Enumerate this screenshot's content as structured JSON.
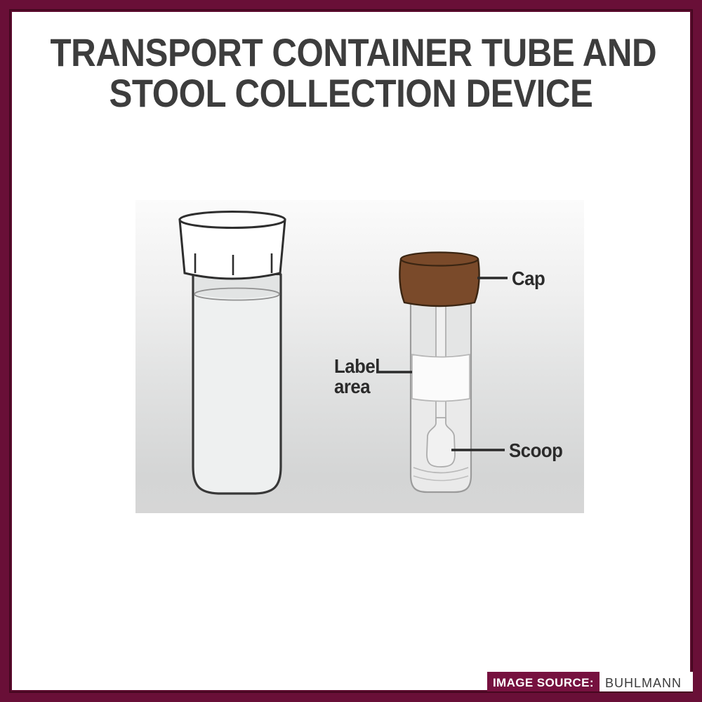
{
  "title": {
    "line1": "TRANSPORT CONTAINER TUBE AND",
    "line2": "STOOL COLLECTION DEVICE",
    "color": "#3d3d3d"
  },
  "diagram": {
    "items": [
      {
        "name": "transport-container-tube",
        "cap_color": "#ffffff"
      },
      {
        "name": "stool-collection-device",
        "cap_color": "#7a4a2a"
      }
    ],
    "annotations": {
      "cap": "Cap",
      "label_area_line1": "Label",
      "label_area_line2": "area",
      "scoop": "Scoop"
    },
    "panel_colors": {
      "top": "#fbfbfb",
      "bottom": "#d6d6d6"
    }
  },
  "source": {
    "label": "IMAGE SOURCE:",
    "value": "BUHLMANN",
    "badge_color": "#76113f"
  },
  "frame": {
    "border_color": "#690f37",
    "inner_line_color": "#45081f"
  }
}
